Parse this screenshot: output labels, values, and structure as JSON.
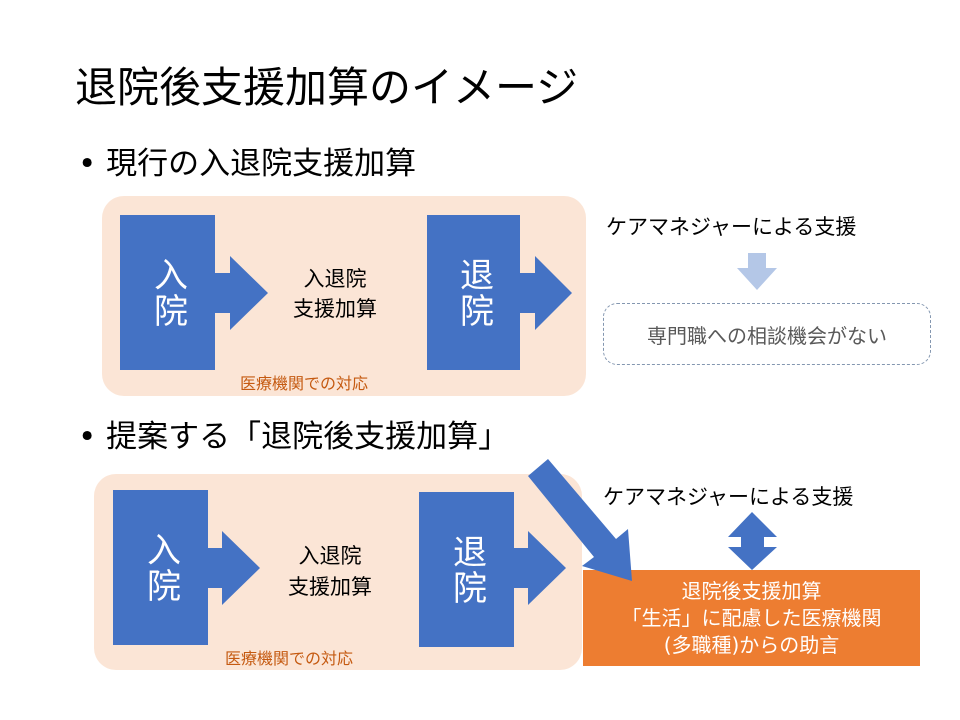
{
  "slide": {
    "title": "退院後支援加算のイメージ"
  },
  "current": {
    "bullet": "• 現行の入退院支援加算",
    "admission": "入院",
    "discharge": "退院",
    "center_label_1": "入退院",
    "center_label_2": "支援加算",
    "org_label": "医療機関での対応",
    "cm_label": "ケアマネジャーによる支援",
    "no_consult": "専門職への相談機会がない"
  },
  "proposed": {
    "bullet": "• 提案する「退院後支援加算」",
    "admission": "入院",
    "discharge": "退院",
    "center_label_1": "入退院",
    "center_label_2": "支援加算",
    "org_label": "医療機関での対応",
    "cm_label": "ケアマネジャーによる支援",
    "box_line_1": "退院後支援加算",
    "box_line_2": "「生活」に配慮した医療機関",
    "box_line_3": "(多職種)からの助言"
  },
  "colors": {
    "stage_blue": "#4472c4",
    "panel_peach": "#fbe5d6",
    "orange": "#ed7d31",
    "label_orange": "#c55a11",
    "light_blue_arrow": "#b4c7e7"
  }
}
